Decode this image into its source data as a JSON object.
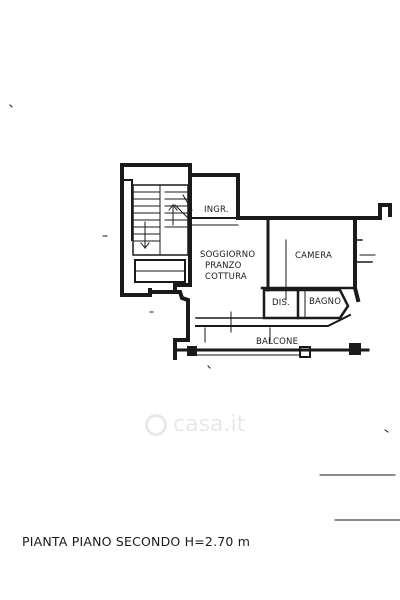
{
  "plan": {
    "rooms": {
      "ingresso": "INGR.",
      "soggiorno_line1": "SOGGIORNO",
      "soggiorno_line2": "PRANZO",
      "soggiorno_line3": "COTTURA",
      "camera": "CAMERA",
      "disimpegno": "DIS.",
      "bagno": "BAGNO",
      "balcone": "BALCONE"
    },
    "caption": "PIANTA PIANO SECONDO H=2.70 m"
  },
  "watermark": {
    "text": "casa.it"
  },
  "colors": {
    "ink": "#1a1a1a",
    "background": "#ffffff"
  }
}
